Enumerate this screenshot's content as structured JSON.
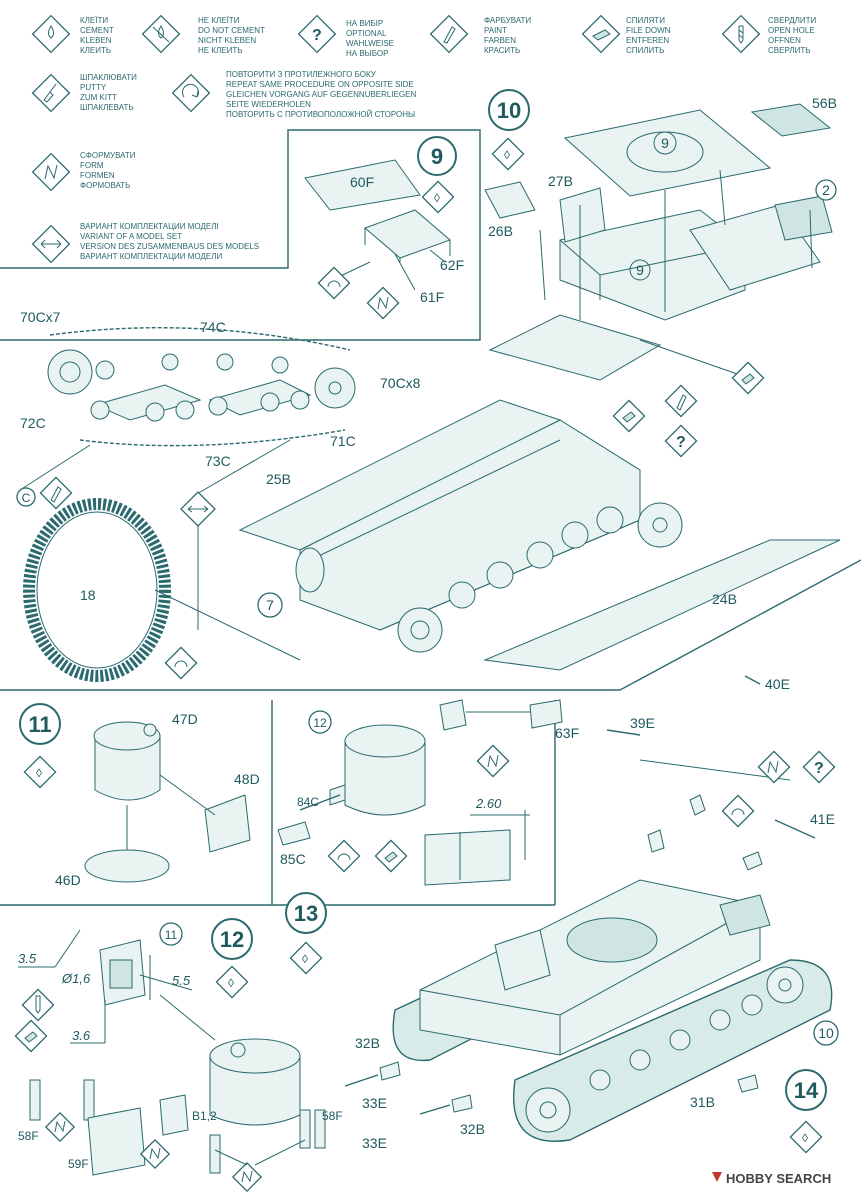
{
  "legend": [
    {
      "icon": "glue-icon",
      "lines": [
        "КЛЕЇТИ",
        "CEMENT",
        "KLEBEN",
        "КЛЕИТЬ"
      ]
    },
    {
      "icon": "no-glue-icon",
      "lines": [
        "НЕ КЛЕЇТИ",
        "DO NOT CEMENT",
        "NICHT KLEBEN",
        "НЕ КЛЕИТЬ"
      ]
    },
    {
      "icon": "optional-icon",
      "lines": [
        "НА ВИБІР",
        "OPTIONAL",
        "WAHLWEISE",
        "НА ВЫБОР"
      ]
    },
    {
      "icon": "paint-icon",
      "lines": [
        "ФАРБУВАТИ",
        "PAINT",
        "FARBEN",
        "КРАСИТЬ"
      ]
    },
    {
      "icon": "file-icon",
      "lines": [
        "СПИЛЯТИ",
        "FILE DOWN",
        "ENTFEREN",
        "СПИЛИТЬ"
      ]
    },
    {
      "icon": "drill-icon",
      "lines": [
        "СВЕРДЛИТИ",
        "OPEN HOLE",
        "OFFNEN",
        "СВЕРЛИТЬ"
      ]
    },
    {
      "icon": "putty-icon",
      "lines": [
        "ШПАКЛЮВАТИ",
        "PUTTY",
        "ZUM KITT",
        "ШПАКЛЕВАТЬ"
      ]
    },
    {
      "icon": "repeat-icon",
      "lines": [
        "ПОВТОРИТИ З ПРОТИЛЕЖНОГО БОКУ",
        "REPEAT SAME PROCEDURE ON OPPOSITE SIDE",
        "GLEICHEN VORGANG AUF GEGENNUBERLIEGEN",
        "SEITE WIEDERHOLEN",
        "ПОВТОРИТЬ С ПРОТИВОПОЛОЖНОЙ СТОРОНЫ"
      ]
    },
    {
      "icon": "form-icon",
      "lines": [
        "СФОРМУВАТИ",
        "FORM",
        "FORMEN",
        "ФОРМОВАТЬ"
      ]
    },
    {
      "icon": "variant-icon",
      "lines": [
        "ВАРИАНТ КОМПЛЕКТАЦИИ МОДЕЛІ",
        "VARIANT OF A MODEL SET",
        "VERSION DES ZUSAMMENBAUS DES MODELS",
        "ВАРИАНТ КОМПЛЕКТАЦИИ МОДЕЛИ"
      ]
    }
  ],
  "steps": {
    "s9": "9",
    "s10": "10",
    "s11": "11",
    "s12": "12",
    "s13": "13",
    "s14": "14"
  },
  "parts": {
    "p9a": "9",
    "p9b": "9",
    "p56b": "56B",
    "p2": "2",
    "p27b": "27B",
    "p26b": "26B",
    "p60f": "60F",
    "p62f": "62F",
    "p61f": "61F",
    "p70c7": "70Cx7",
    "p74c": "74C",
    "p70c8": "70Cx8",
    "p72c": "72C",
    "p71c": "71C",
    "p73c": "73C",
    "pC": "C",
    "p25b": "25B",
    "p18": "18",
    "p7": "7",
    "p24b": "24B",
    "p47d": "47D",
    "p48d": "48D",
    "p46d": "46D",
    "p12a": "12",
    "p63f": "63F",
    "p84c": "84C",
    "p85c": "85C",
    "p40e": "40E",
    "p39e": "39E",
    "p41e": "41E",
    "p11": "11",
    "p10": "10",
    "p32ba": "32B",
    "p33ea": "33E",
    "p33eb": "33E",
    "p32bb": "32B",
    "p31b": "31B",
    "p58fa": "58F",
    "p59f": "59F",
    "p58fb": "58F",
    "pB12": "B1,2"
  },
  "dims": {
    "d260": "2.60",
    "d35": "3.5",
    "d16": "Ø1,6",
    "d55": "5.5",
    "d36": "3.6"
  },
  "symbols": {
    "optional": "?",
    "cement": "◊",
    "form": "Ν"
  },
  "watermark": "HOBBY SEARCH"
}
